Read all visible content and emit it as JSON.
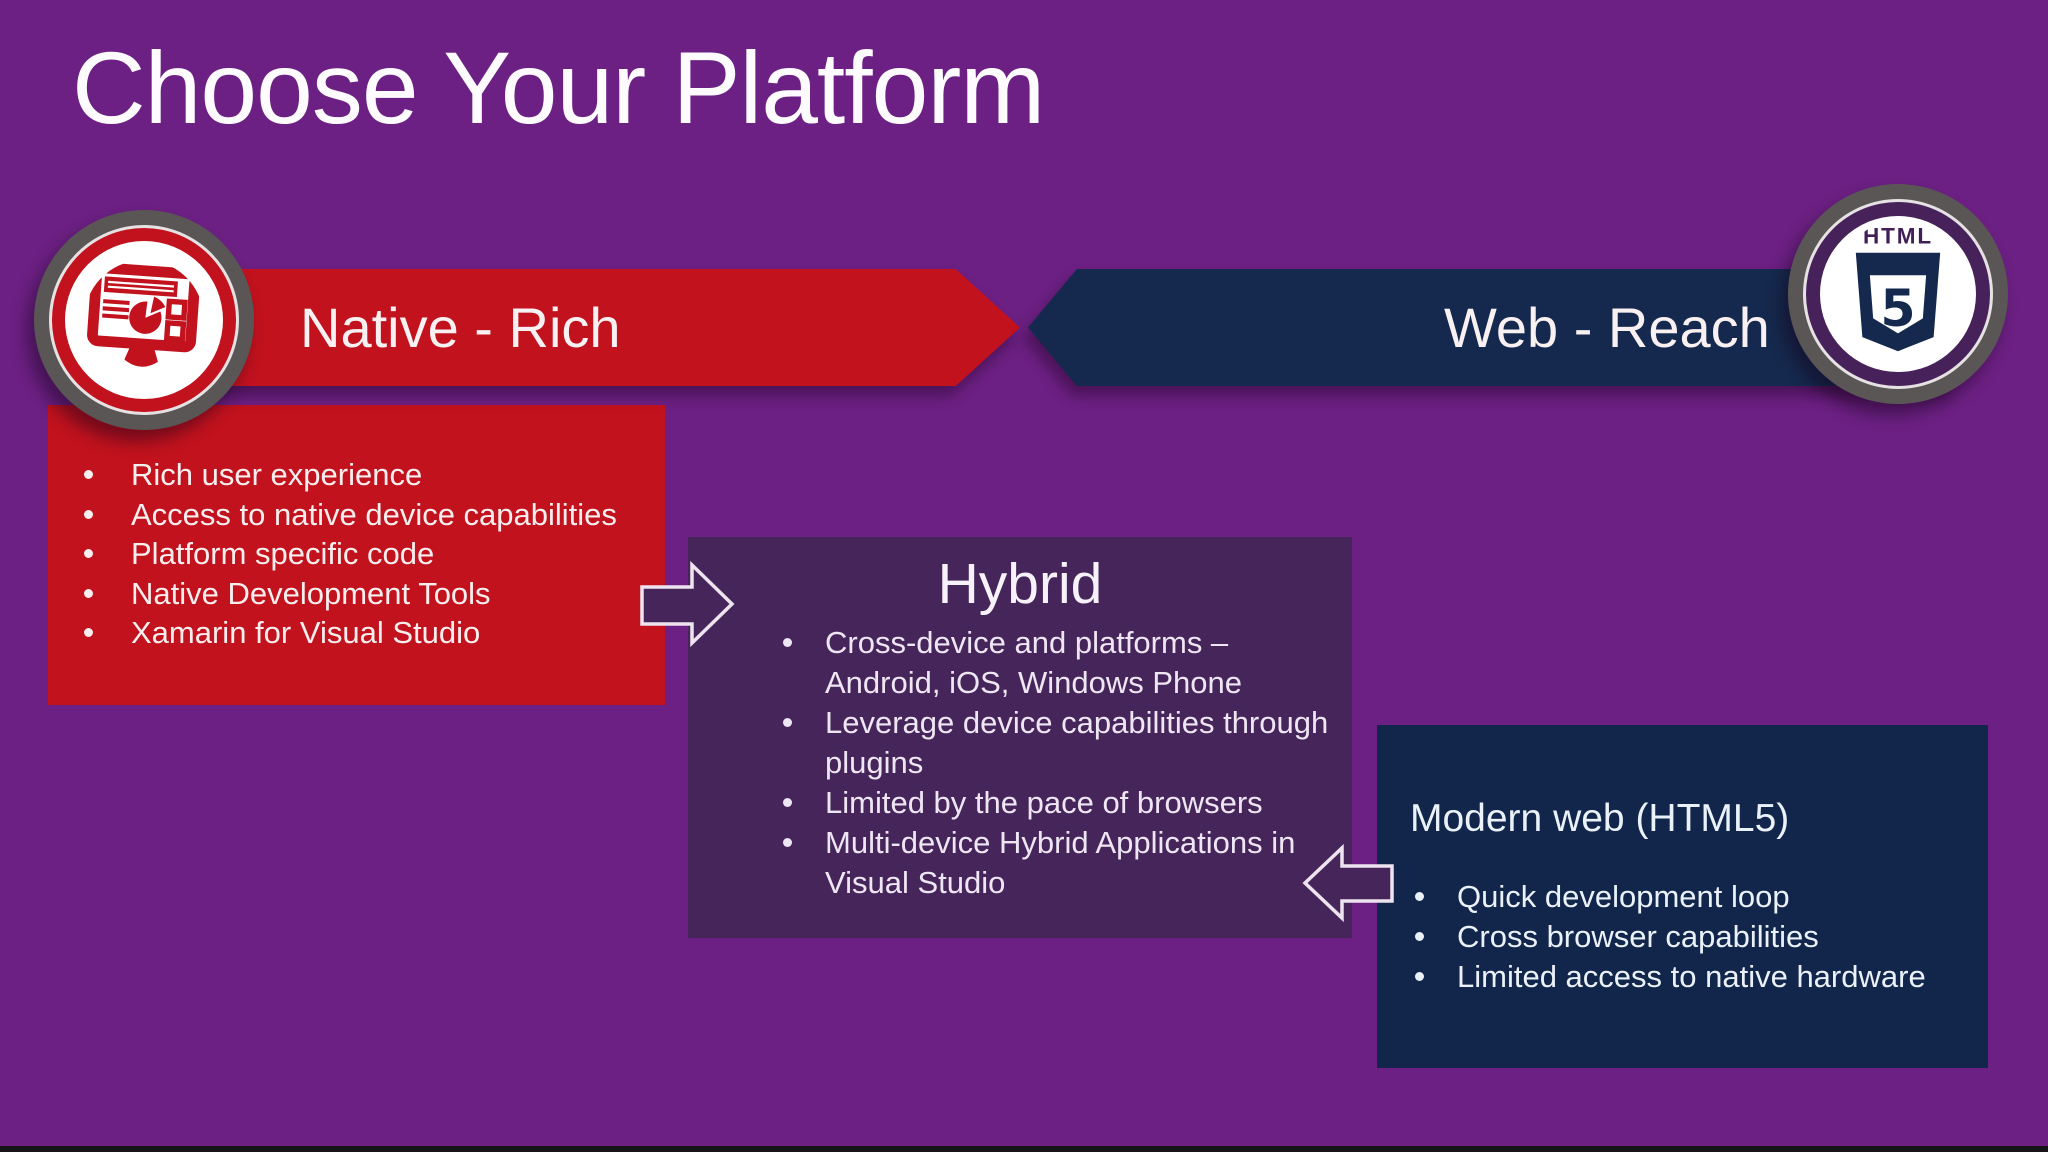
{
  "slide": {
    "title": "Choose Your Platform",
    "banners": {
      "native": {
        "label": "Native - Rich"
      },
      "web": {
        "label": "Web - Reach"
      }
    },
    "badges": {
      "native": {
        "icon": "monitor-dashboard-icon"
      },
      "web": {
        "icon": "html5-shield-icon",
        "text_top": "HTML",
        "text_number": "5"
      }
    },
    "boxes": {
      "native": {
        "bullets": [
          "Rich user experience",
          "Access to native device capabilities",
          "Platform specific code",
          "Native Development Tools",
          "Xamarin for Visual Studio"
        ]
      },
      "hybrid": {
        "title": "Hybrid",
        "bullets": [
          "Cross-device and platforms – Android, iOS, Windows Phone",
          "Leverage device capabilities through plugins",
          "Limited by the pace of browsers",
          "Multi-device Hybrid Applications in Visual Studio"
        ]
      },
      "modern_web": {
        "title": "Modern web (HTML5)",
        "bullets": [
          "Quick development loop",
          "Cross browser capabilities",
          "Limited access to native hardware"
        ]
      }
    },
    "colors": {
      "background": "#6C2083",
      "red": "#C1121E",
      "navy": "#15294E",
      "navy_box": "#12264B",
      "hybrid_purple": "#46265A",
      "ring_gray": "#5A5656",
      "badge_purple": "#46215A",
      "footer_bar": "#15151A"
    }
  }
}
